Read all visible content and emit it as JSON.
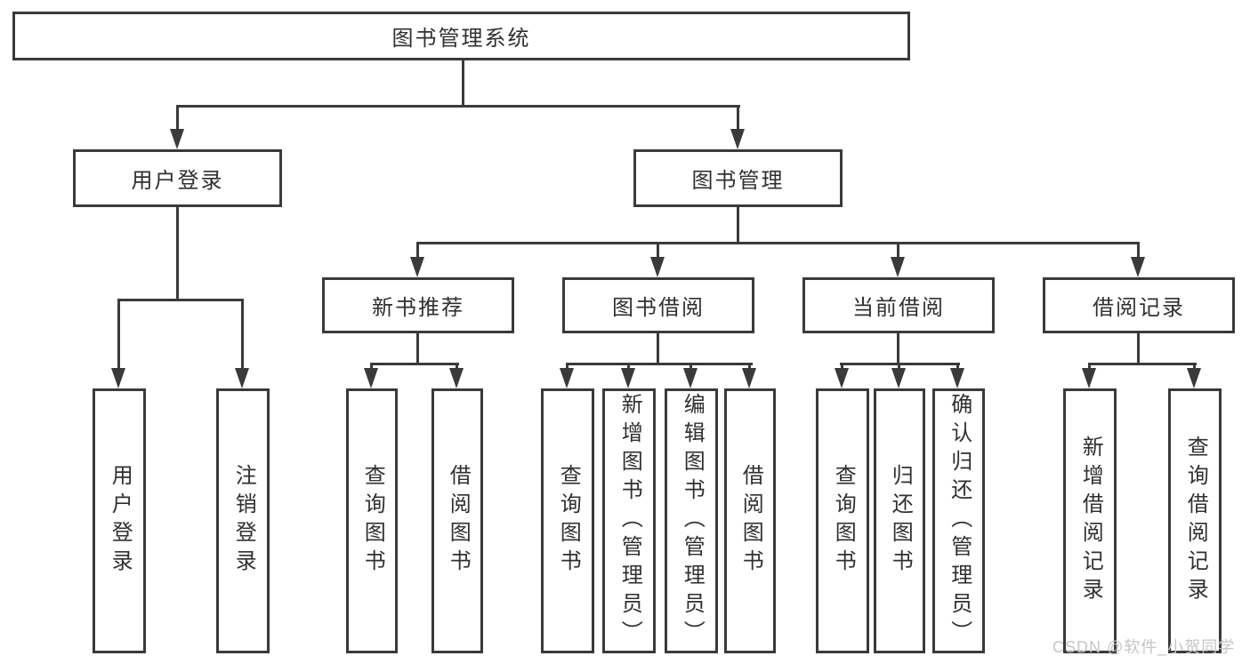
{
  "diagram": {
    "root": {
      "label": "图书管理系统",
      "children": [
        {
          "label": "用户登录",
          "children": [
            {
              "label": "用户登录"
            },
            {
              "label": "注销登录"
            }
          ]
        },
        {
          "label": "图书管理",
          "children": [
            {
              "label": "新书推荐",
              "children": [
                {
                  "label": "查询图书"
                },
                {
                  "label": "借阅图书"
                }
              ]
            },
            {
              "label": "图书借阅",
              "children": [
                {
                  "label": "查询图书"
                },
                {
                  "label": "新增图书（管理员）"
                },
                {
                  "label": "编辑图书（管理员）"
                },
                {
                  "label": "借阅图书"
                }
              ]
            },
            {
              "label": "当前借阅",
              "children": [
                {
                  "label": "查询图书"
                },
                {
                  "label": "归还图书"
                },
                {
                  "label": "确认归还（管理员）"
                }
              ]
            },
            {
              "label": "借阅记录",
              "children": [
                {
                  "label": "新增借阅记录"
                },
                {
                  "label": "查询借阅记录"
                }
              ]
            }
          ]
        }
      ]
    }
  },
  "watermark": {
    "text": "CSDN @软件_小贺同学"
  },
  "colors": {
    "line": "#3a3a3a",
    "box_fill": "#ffffff",
    "label_text": "#303030",
    "watermark_text": "#c6c6c4",
    "background": "#ffffff"
  }
}
